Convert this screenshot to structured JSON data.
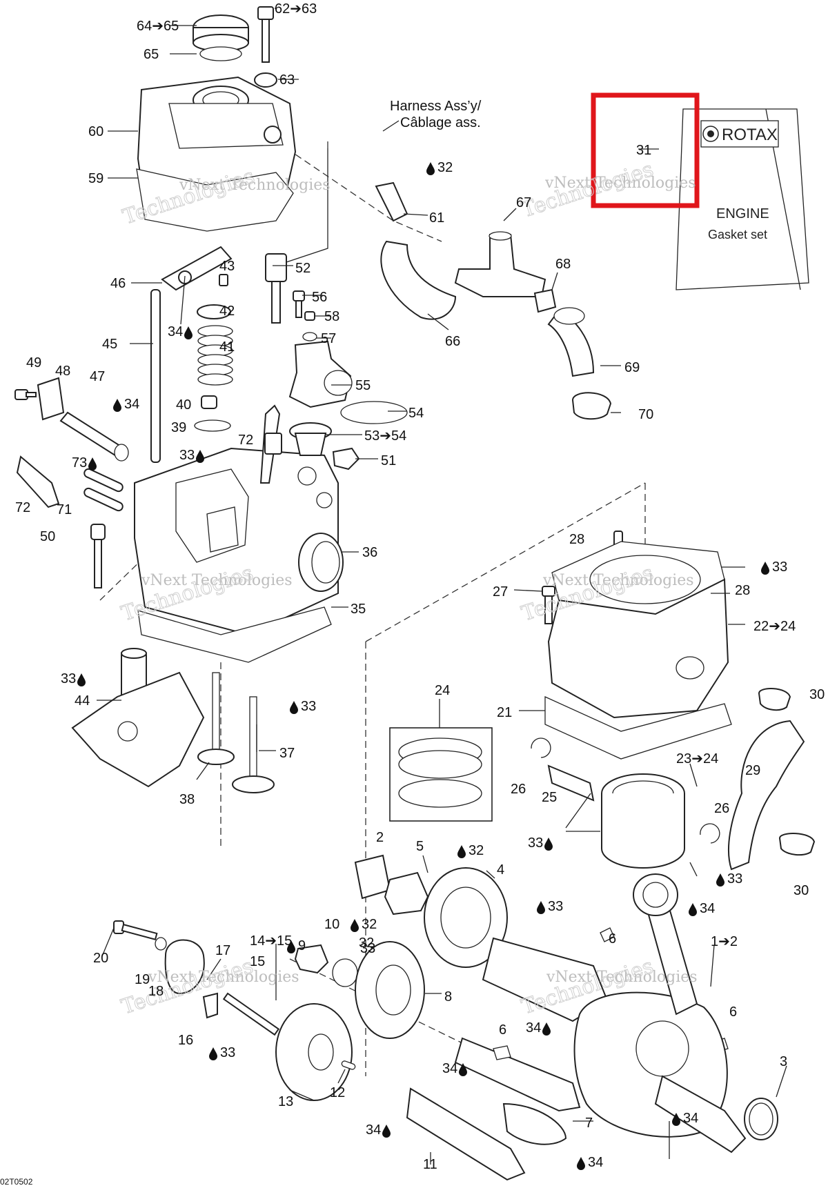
{
  "figure_code": "02T0502",
  "harness_note": [
    "Harness Ass’y/",
    "Câblage ass."
  ],
  "gasket_set": {
    "brand": "ROTAX",
    "line1": "ENGINE",
    "line2": "Gasket set"
  },
  "watermark": {
    "line1": "vNext",
    "line2": "Technologies",
    "inline": "vNext Technologies"
  },
  "drop_icon": "lubricant-drop-icon",
  "highlight_color": "#e0161b",
  "callouts": [
    {
      "text": "64➔65"
    },
    {
      "text": "65"
    },
    {
      "text": "62➔63"
    },
    {
      "text": "63"
    },
    {
      "text": "60"
    },
    {
      "text": "59"
    },
    {
      "text": "46"
    },
    {
      "text": "43"
    },
    {
      "text": "42"
    },
    {
      "text": "34"
    },
    {
      "text": "41"
    },
    {
      "text": "45"
    },
    {
      "text": "49"
    },
    {
      "text": "48"
    },
    {
      "text": "47"
    },
    {
      "text": "34"
    },
    {
      "text": "40"
    },
    {
      "text": "39"
    },
    {
      "text": "33"
    },
    {
      "text": "73"
    },
    {
      "text": "72"
    },
    {
      "text": "71"
    },
    {
      "text": "50"
    },
    {
      "text": "52"
    },
    {
      "text": "56"
    },
    {
      "text": "58"
    },
    {
      "text": "57"
    },
    {
      "text": "55"
    },
    {
      "text": "54"
    },
    {
      "text": "53➔54"
    },
    {
      "text": "51"
    },
    {
      "text": "72"
    },
    {
      "text": "36"
    },
    {
      "text": "35"
    },
    {
      "text": "33"
    },
    {
      "text": "44"
    },
    {
      "text": "33"
    },
    {
      "text": "37"
    },
    {
      "text": "38"
    },
    {
      "text": "32"
    },
    {
      "text": "61"
    },
    {
      "text": "67"
    },
    {
      "text": "66"
    },
    {
      "text": "68"
    },
    {
      "text": "69"
    },
    {
      "text": "70"
    },
    {
      "text": "31"
    },
    {
      "text": "28"
    },
    {
      "text": "33"
    },
    {
      "text": "27"
    },
    {
      "text": "28"
    },
    {
      "text": "22➔24"
    },
    {
      "text": "30"
    },
    {
      "text": "21"
    },
    {
      "text": "24"
    },
    {
      "text": "23➔24"
    },
    {
      "text": "29"
    },
    {
      "text": "26"
    },
    {
      "text": "25"
    },
    {
      "text": "26"
    },
    {
      "text": "33"
    },
    {
      "text": "33"
    },
    {
      "text": "30"
    },
    {
      "text": "2"
    },
    {
      "text": "5"
    },
    {
      "text": "32"
    },
    {
      "text": "4"
    },
    {
      "text": "33"
    },
    {
      "text": "34"
    },
    {
      "text": "32"
    },
    {
      "text": "20"
    },
    {
      "text": "17"
    },
    {
      "text": "19"
    },
    {
      "text": "15"
    },
    {
      "text": "14➔15"
    },
    {
      "text": "10"
    },
    {
      "text": "32"
    },
    {
      "text": "9"
    },
    {
      "text": "33"
    },
    {
      "text": "18"
    },
    {
      "text": "8"
    },
    {
      "text": "6"
    },
    {
      "text": "1➔2"
    },
    {
      "text": "16"
    },
    {
      "text": "33"
    },
    {
      "text": "13"
    },
    {
      "text": "12"
    },
    {
      "text": "6"
    },
    {
      "text": "34"
    },
    {
      "text": "6"
    },
    {
      "text": "34"
    },
    {
      "text": "3"
    },
    {
      "text": "34"
    },
    {
      "text": "7"
    },
    {
      "text": "11"
    },
    {
      "text": "34"
    },
    {
      "text": "34"
    }
  ]
}
